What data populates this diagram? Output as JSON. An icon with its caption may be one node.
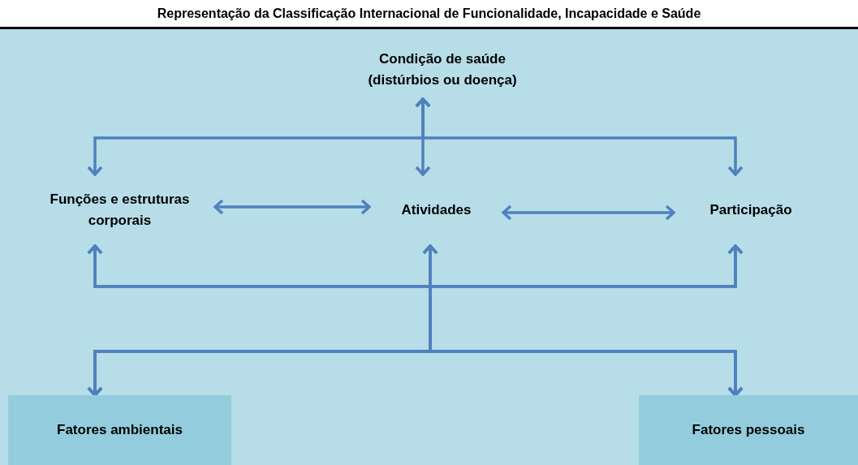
{
  "diagram": {
    "title": "Representação da Classificação Internacional de Funcionalidade, Incapacidade e Saúde",
    "nodes": [
      {
        "text": [
          "Condição de saúde (distúrbios ou doença)"
        ]
      },
      {
        "text": [
          "Funções e estruturas corporais"
        ]
      },
      {
        "text": [
          "Atividades"
        ]
      },
      {
        "text": [
          "Participação"
        ]
      },
      {
        "text": [
          "Fatores ambientais"
        ]
      },
      {
        "text": [
          "Fatores pessoais"
        ]
      }
    ],
    "edges": [
      {
        "from": 0,
        "to": 1,
        "arrow": "both"
      },
      {
        "from": 0,
        "to": 2,
        "arrow": "both"
      },
      {
        "from": 0,
        "to": 3,
        "arrow": "both"
      },
      {
        "from": 1,
        "to": 2,
        "arrow": "both"
      },
      {
        "from": 2,
        "to": 3,
        "arrow": "both"
      },
      {
        "from": 4,
        "to": 1,
        "arrow": "both"
      },
      {
        "from": 4,
        "to": 2,
        "arrow": "both"
      },
      {
        "from": 4,
        "to": 3,
        "arrow": "both"
      },
      {
        "from": 5,
        "to": 1,
        "arrow": "both"
      },
      {
        "from": 5,
        "to": 2,
        "arrow": "both"
      },
      {
        "from": 5,
        "to": 3,
        "arrow": "both"
      }
    ]
  }
}
